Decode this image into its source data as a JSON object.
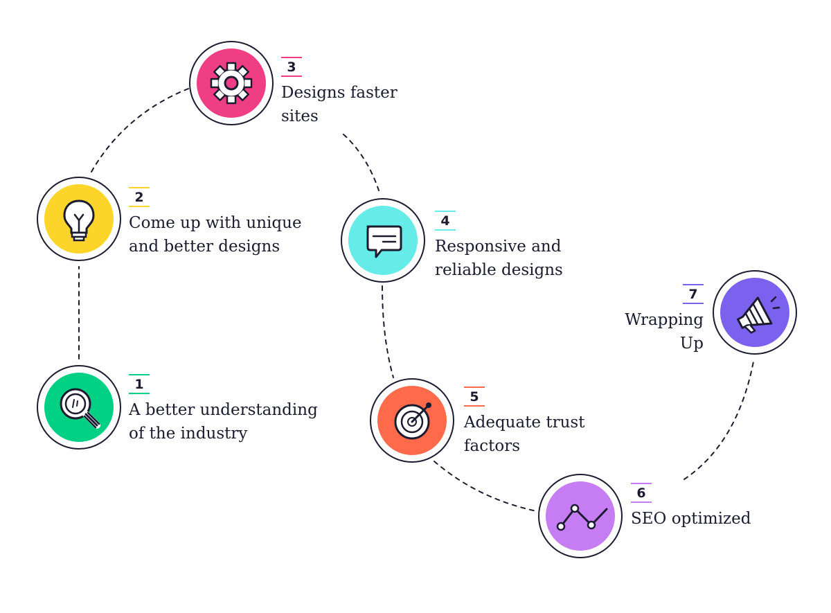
{
  "steps": [
    {
      "number": "1",
      "text_lines": [
        "A better understanding",
        "of the industry"
      ],
      "color": "#00d084",
      "icon": "magnifier-icon"
    },
    {
      "number": "2",
      "text_lines": [
        "Come up with unique",
        "and better designs"
      ],
      "color": "#fdd52a",
      "icon": "lightbulb-icon"
    },
    {
      "number": "3",
      "text_lines": [
        "Designs faster",
        "sites"
      ],
      "color": "#ef3e83",
      "icon": "gear-icon"
    },
    {
      "number": "4",
      "text_lines": [
        "Responsive and",
        "reliable designs"
      ],
      "color": "#66ece8",
      "icon": "chat-bubble-icon"
    },
    {
      "number": "5",
      "text_lines": [
        "Adequate trust",
        "factors"
      ],
      "color": "#ff6b4a",
      "icon": "target-icon"
    },
    {
      "number": "6",
      "text_lines": [
        "SEO optimized"
      ],
      "color": "#c67cf2",
      "icon": "line-graph-icon"
    },
    {
      "number": "7",
      "text_lines": [
        "Wrapping",
        "Up"
      ],
      "color": "#7b62ee",
      "icon": "megaphone-icon"
    }
  ]
}
